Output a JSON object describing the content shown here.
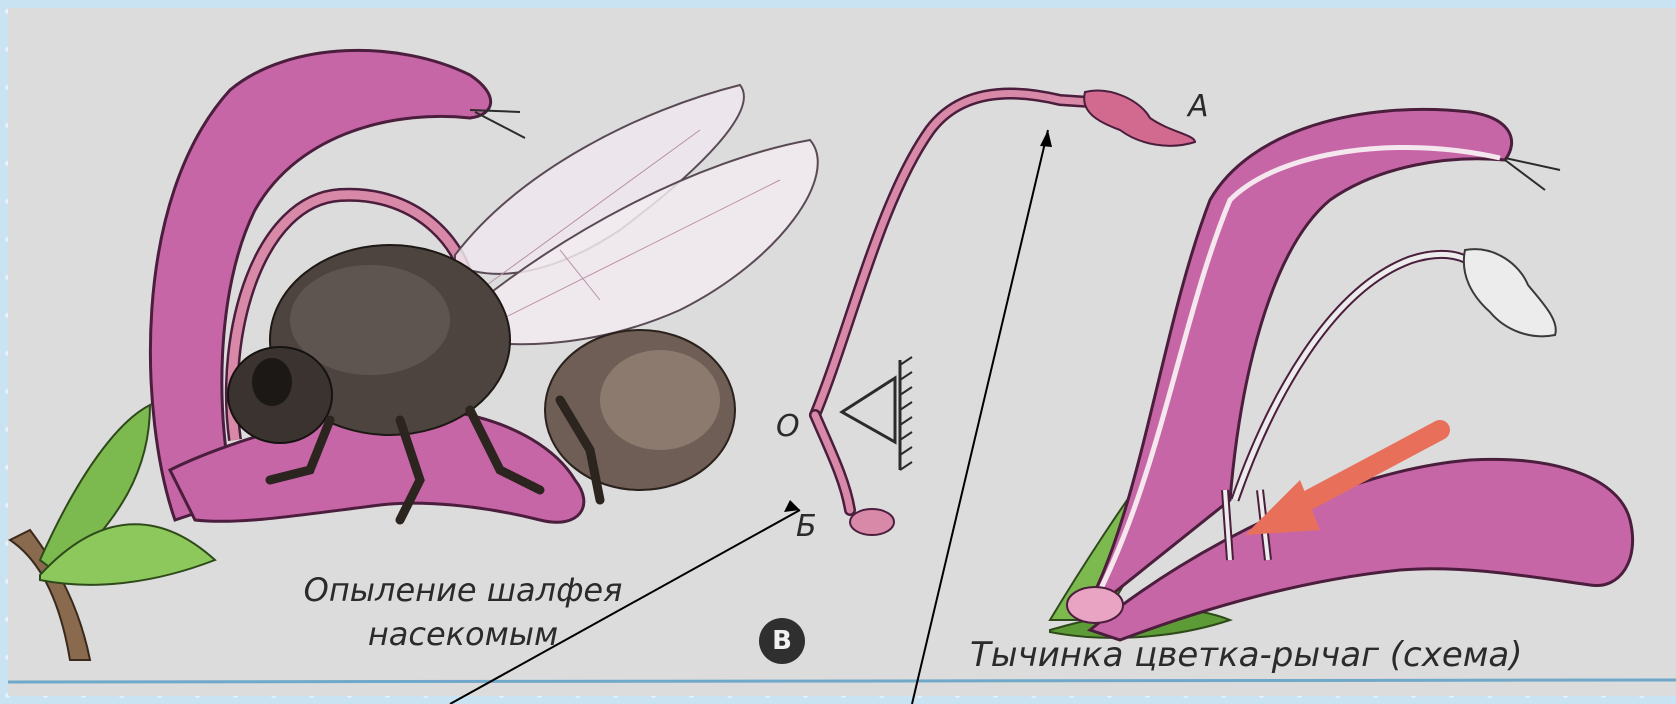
{
  "diagram": {
    "caption_left_line1": "Опыление шалфея",
    "caption_left_line2": "насекомым",
    "caption_right": "Тычинка цветка-рычаг (схема)",
    "point_a": "А",
    "point_o": "О",
    "point_b": "Б",
    "badge": "В"
  },
  "colors": {
    "background": "#c9e3f3",
    "panel": "#dcdcdc",
    "petal": "#c766a6",
    "petal_dark": "#8e3d74",
    "sepal": "#7cb94e",
    "stamen": "#d989a8",
    "arrow": "#e8705a",
    "ink": "#2b2b2b"
  },
  "icons": [
    "pollination-illustration",
    "bee-icon",
    "lever-fulcrum-icon",
    "red-arrow-icon"
  ]
}
